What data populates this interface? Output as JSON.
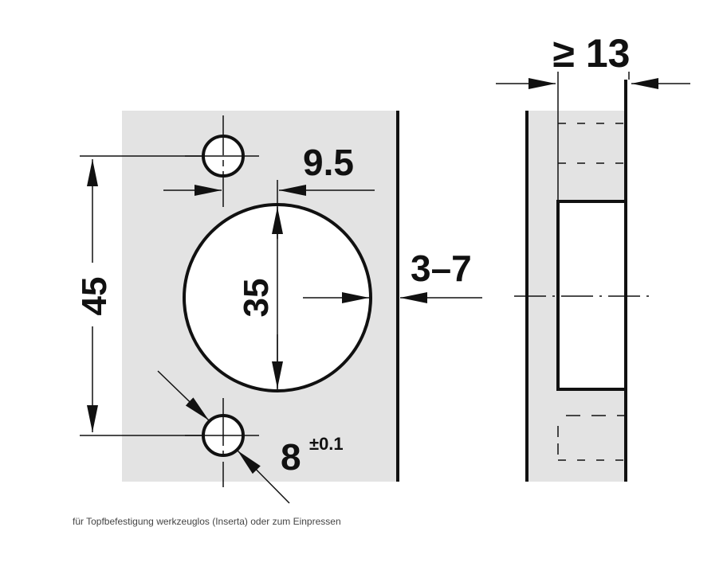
{
  "diagram": {
    "dimensions": {
      "hole_spacing": "45",
      "cup_diameter": "35",
      "offset": "9.5",
      "door_gap": "3–7",
      "screw_diameter": "8",
      "screw_tolerance": "±0.1",
      "min_thickness": "≥ 13"
    },
    "colors": {
      "panel": "#e3e3e3",
      "line": "#111111"
    }
  },
  "caption": "für Topfbefestigung werkzeuglos (Inserta) oder zum Einpressen"
}
